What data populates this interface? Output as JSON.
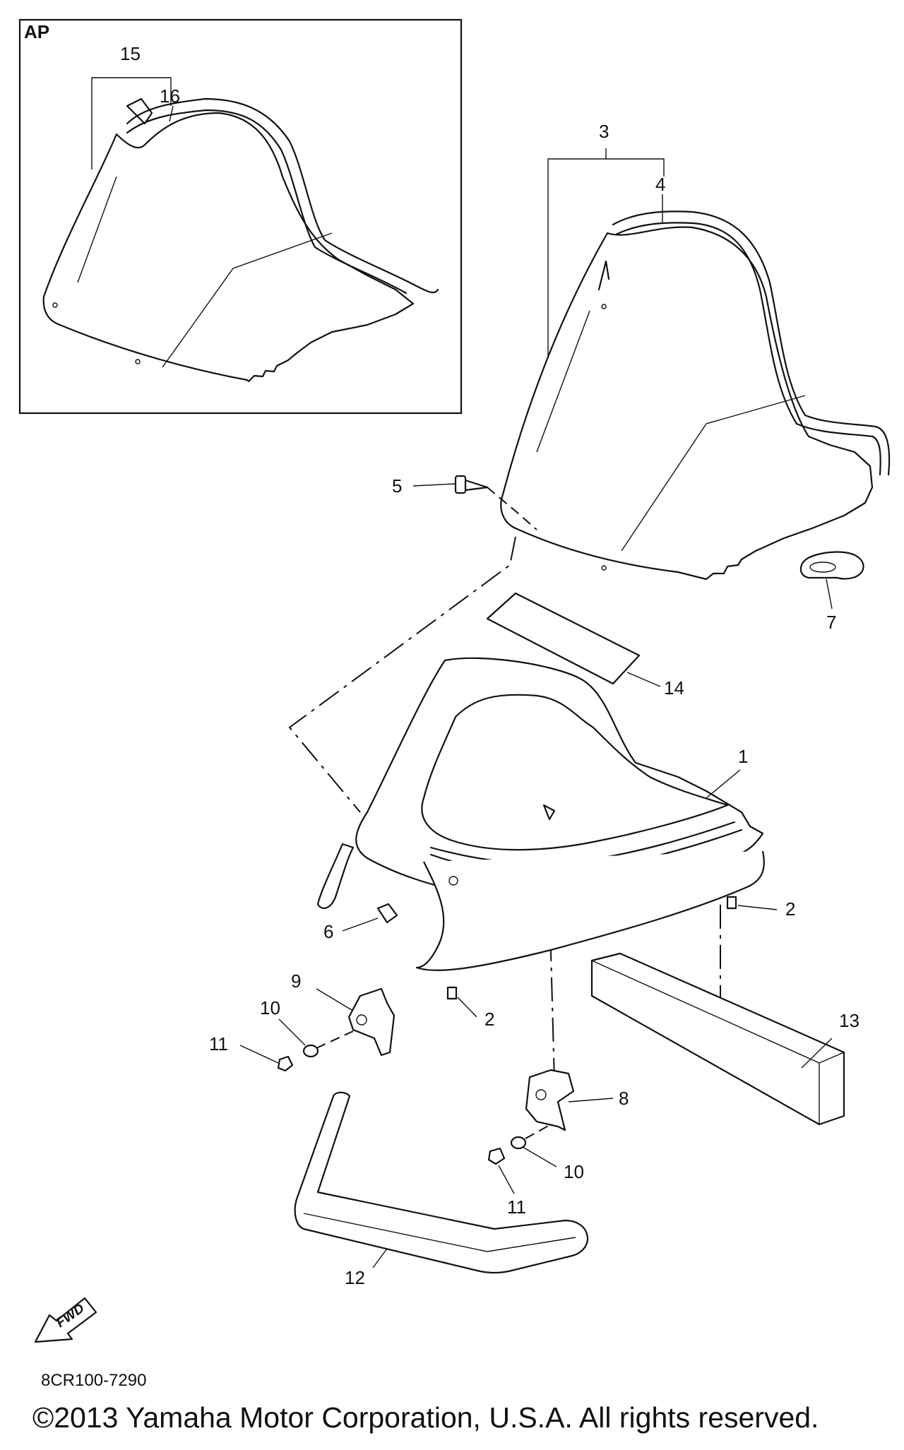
{
  "inset": {
    "label": "AP"
  },
  "callouts": {
    "c1": "1",
    "c2a": "2",
    "c2b": "2",
    "c3": "3",
    "c4": "4",
    "c5": "5",
    "c6": "6",
    "c7": "7",
    "c8": "8",
    "c9": "9",
    "c10a": "10",
    "c10b": "10",
    "c11a": "11",
    "c11b": "11",
    "c12": "12",
    "c13": "13",
    "c14": "14",
    "c15": "15",
    "c16": "16"
  },
  "fwd_arrow": {
    "label": "FWD"
  },
  "diagram_code": "8CR100-7290",
  "copyright": "©2013 Yamaha Motor Corporation, U.S.A. All rights reserved."
}
